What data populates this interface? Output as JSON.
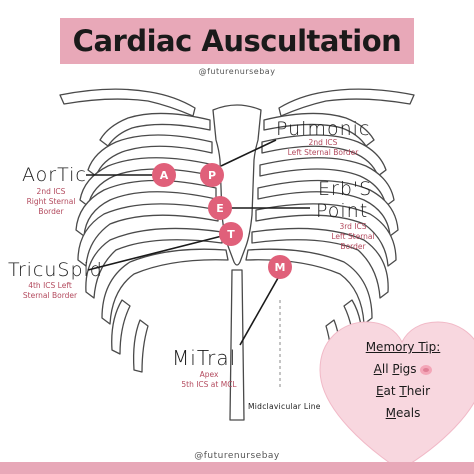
{
  "title": "Cardiac Auscultation",
  "handle_top": "@futurenursebay",
  "handle_bottom": "@futurenursebay",
  "colors": {
    "accent": "#e8a8b8",
    "marker": "#e0607a",
    "label_sub": "#b34a5e",
    "tip_bg": "#f8d7df"
  },
  "labels": {
    "aortic": {
      "name": "AorTic",
      "detail": "2nd ICS\nRight Sternal\nBorder"
    },
    "pulmonic": {
      "name": "Pulmonic",
      "detail": "2nd ICS\nLeft Sternal Border"
    },
    "erbs": {
      "name_line1": "Erb'S",
      "name_line2": "Point",
      "detail": "3rd ICS\nLeft Sternal\nBorder"
    },
    "tricuspid": {
      "name": "TricuSpid",
      "detail": "4th ICS Left\nSternal Border"
    },
    "mitral": {
      "name": "MiTral",
      "detail": "Apex\n5th ICS at MCL"
    }
  },
  "markers": {
    "a": "A",
    "p": "P",
    "e": "E",
    "t": "T",
    "m": "M"
  },
  "midclavicular": "Midclavicular Line",
  "tip": {
    "title": "Memory Tip:",
    "line1_a": "A",
    "line1_b": "ll ",
    "line1_c": "P",
    "line1_d": "igs",
    "pig_icon": "pig-emoji",
    "line2_a": "E",
    "line2_b": "at ",
    "line2_c": "T",
    "line2_d": "heir",
    "line3_a": "M",
    "line3_b": "eals"
  }
}
